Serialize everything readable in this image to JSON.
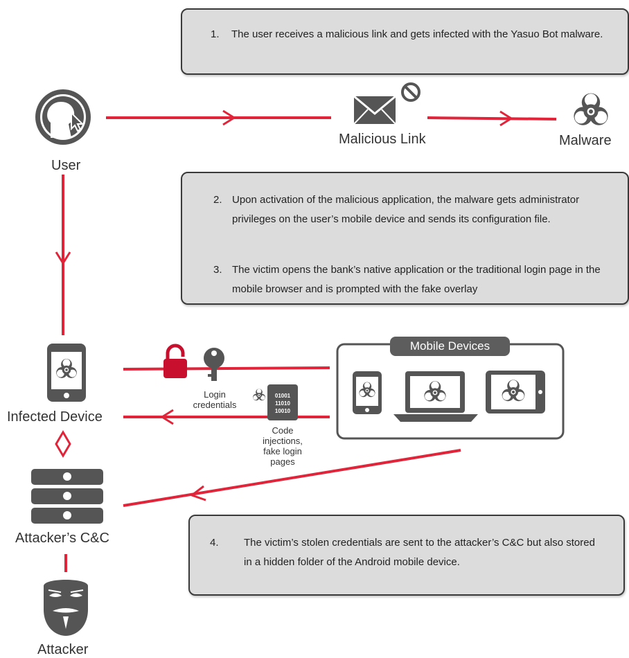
{
  "steps": {
    "s1": {
      "num": "1.",
      "text": "The user receives a malicious link and gets infected with the Yasuo Bot malware."
    },
    "s2": {
      "num": "2.",
      "text": "Upon activation of the malicious application, the malware gets administrator privileges on the user’s mobile device and sends its configuration file."
    },
    "s3": {
      "num": "3.",
      "text": "The victim opens the bank’s native application or the traditional login page in the mobile browser and is prompted with the fake overlay"
    },
    "s4": {
      "num": "4.",
      "text": "The victim’s stolen credentials are sent to the attacker’s C&C but also stored in a hidden folder of the Android mobile device."
    }
  },
  "nodes": {
    "user": "User",
    "malicious_link": "Malicious Link",
    "malware": "Malware",
    "infected_device": "Infected Device",
    "attacker_cc": "Attacker’s C&C",
    "attacker": "Attacker",
    "mobile_devices": "Mobile Devices"
  },
  "annotations": {
    "login_credentials": "Login credentials",
    "code_injections": "Code injections, fake login pages",
    "binary": [
      "01001",
      "11010",
      "10010"
    ]
  },
  "colors": {
    "arrow": "#e0253a",
    "icon": "#555555",
    "lock": "#c8102e",
    "box": "#dcdcdc"
  },
  "icons": [
    "user-cursor-icon",
    "envelope-blocked-icon",
    "biohazard-icon",
    "smartphone-icon",
    "padlock-open-icon",
    "key-icon",
    "binary-file-icon",
    "laptop-icon",
    "tablet-icon",
    "server-stack-icon",
    "anonymous-mask-icon"
  ]
}
